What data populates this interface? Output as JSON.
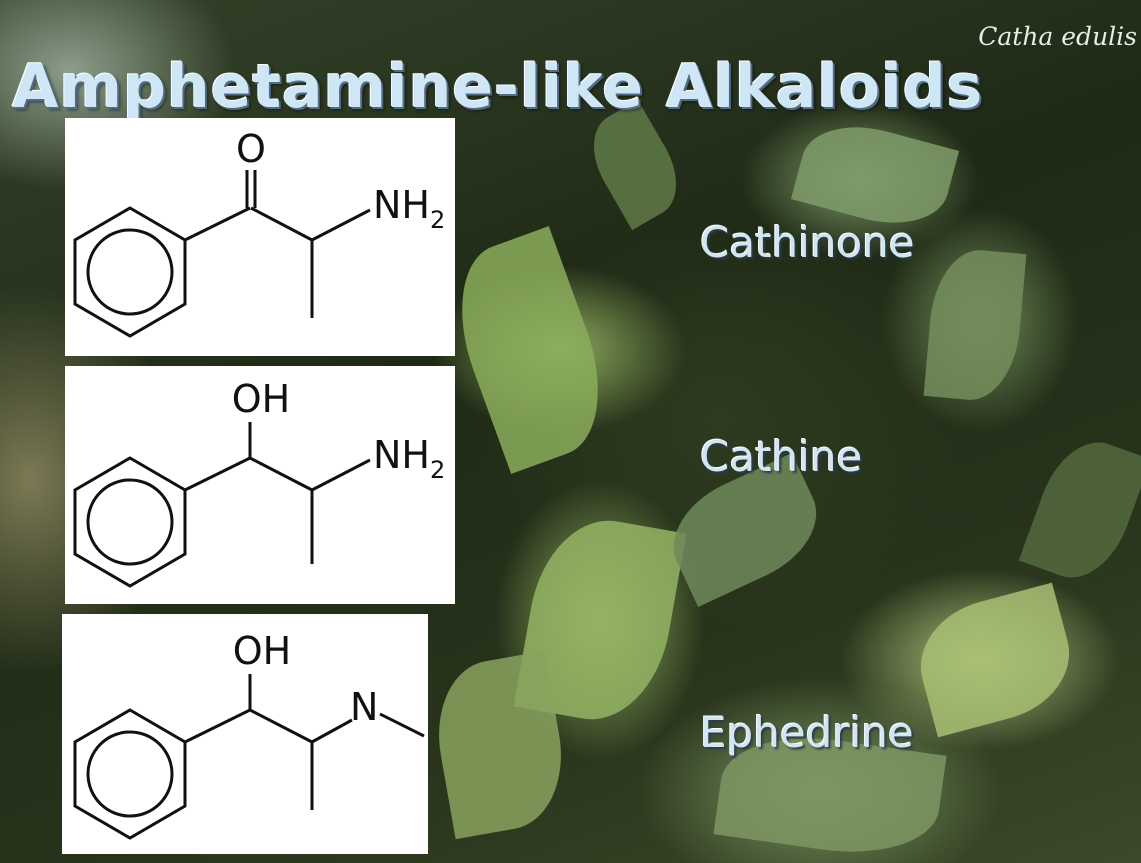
{
  "slide": {
    "title": "Amphetamine-like Alkaloids",
    "plant_name": "Catha edulis"
  },
  "compounds": [
    {
      "name": "Cathinone",
      "top_group": "O",
      "amine_group": "NH",
      "amine_subscript": "2"
    },
    {
      "name": "Cathine",
      "top_group": "OH",
      "amine_group": "NH",
      "amine_subscript": "2"
    },
    {
      "name": "Ephedrine",
      "top_group": "OH",
      "amine_group": "N"
    }
  ],
  "colors": {
    "title": "#cfe6f4",
    "label": "#d2e6f0",
    "panel": "#ffffff",
    "bond": "#111111"
  }
}
